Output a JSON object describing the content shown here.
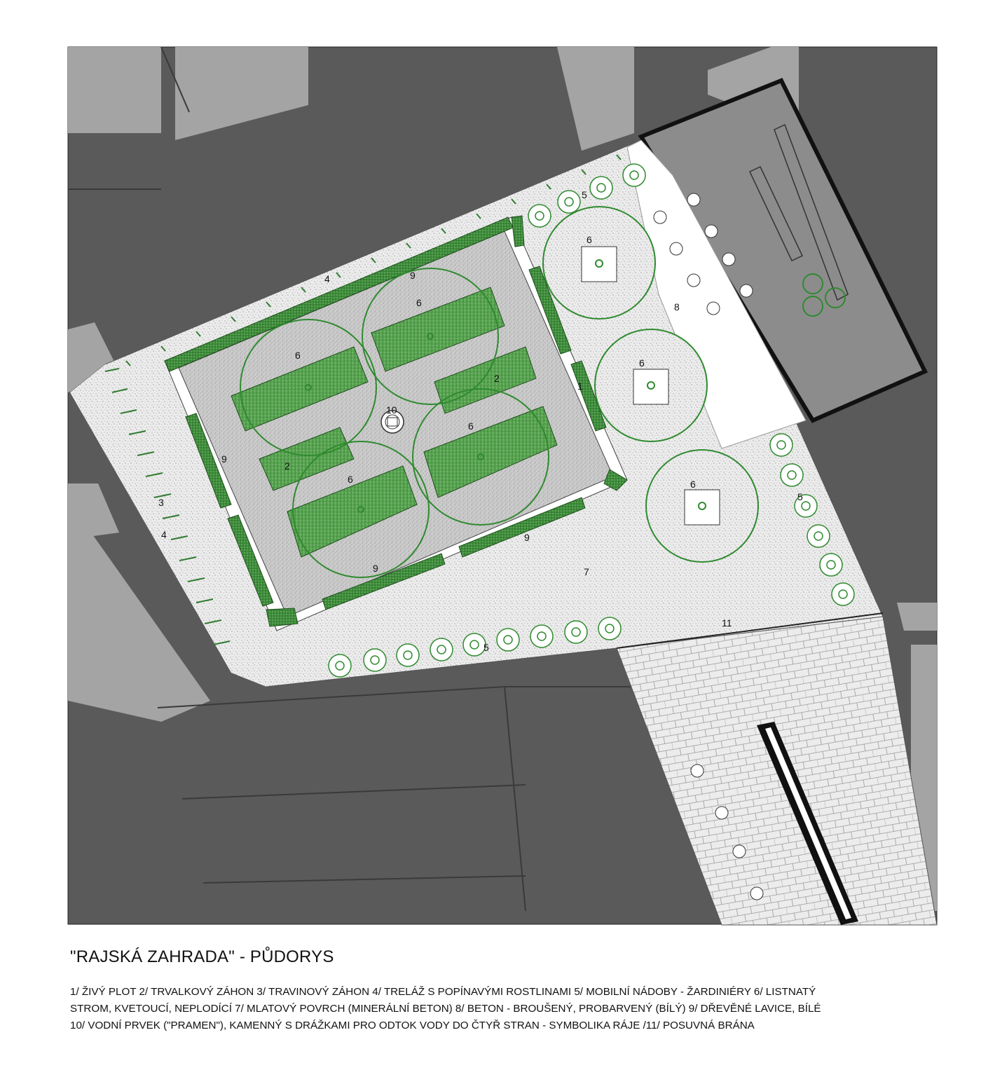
{
  "title": "\"RAJSKÁ ZAHRADA\" - PŮDORYS",
  "legend_lines": [
    "1/ ŽIVÝ PLOT  2/ TRVALKOVÝ ZÁHON  3/ TRAVINOVÝ ZÁHON  4/ TRELÁŽ S POPÍNAVÝMI ROSTLINAMI  5/ MOBILNÍ NÁDOBY - ŽARDINIÉRY  6/ LISTNATÝ",
    "STROM, KVETOUCÍ, NEPLODÍCÍ  7/ MLATOVÝ POVRCH (MINERÁLNÍ BETON)  8/  BETON - BROUŠENÝ, PROBARVENÝ (BÍLÝ)  9/ DŘEVĚNÉ LAVICE, BÍLÉ",
    "10/  VODNÍ PRVEK (\"PRAMEN\"), KAMENNÝ S DRÁŽKAMI PRO ODTOK VODY DO ČTYŘ STRAN - SYMBOLIKA RÁJE  /11/ POSUVNÁ BRÁNA"
  ],
  "labels": {
    "n1": "1",
    "n2a": "2",
    "n2b": "2",
    "n3": "3",
    "n4a": "4",
    "n4b": "4",
    "n5a": "5",
    "n5b": "5",
    "n5c": "5",
    "n6a": "6",
    "n6b": "6",
    "n6c": "6",
    "n6d": "6",
    "n6e": "6",
    "n6f": "6",
    "n6g": "6",
    "n7": "7",
    "n8": "8",
    "n9a": "9",
    "n9b": "9",
    "n9c": "9",
    "n9d": "9",
    "n10": "10",
    "n11": "11"
  },
  "colors": {
    "building_dark": "#5a5a5a",
    "street_light": "#a4a4a4",
    "surface_gravel": "#ececec",
    "inner_paving": "#cfcfcf",
    "hedge_green": "#3d8c3a",
    "bed_green": "#5aa553",
    "tree_line": "#2f8a2f"
  }
}
